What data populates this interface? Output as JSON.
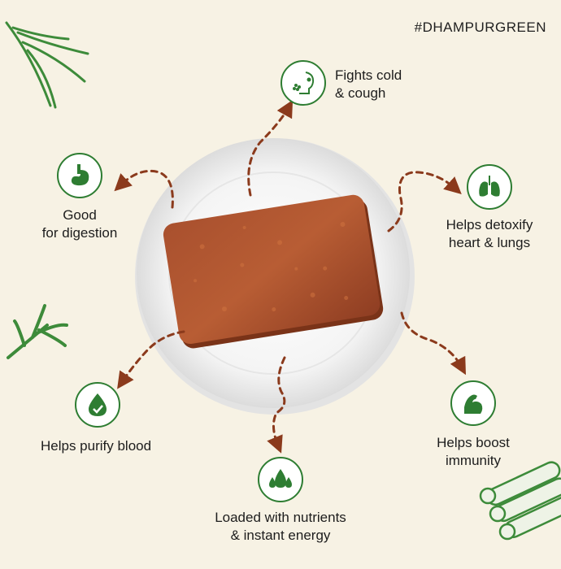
{
  "hashtag": "#DHAMPURGREEN",
  "benefits": {
    "cold": {
      "line1": "Fights cold",
      "line2": "& cough",
      "icon": "cough-face-icon"
    },
    "digestion": {
      "line1": "Good",
      "line2": "for digestion",
      "icon": "stomach-icon"
    },
    "detox": {
      "line1": "Helps detoxify",
      "line2": "heart & lungs",
      "icon": "lungs-icon"
    },
    "blood": {
      "line1": "Helps purify blood",
      "icon": "blood-drop-icon"
    },
    "immunity": {
      "line1": "Helps boost",
      "line2": "immunity",
      "icon": "flexed-arm-icon"
    },
    "nutrients": {
      "line1": "Loaded with nutrients",
      "line2": "& instant energy",
      "icon": "water-drops-icon"
    }
  },
  "colors": {
    "green": "#2e7d32",
    "arrow": "#8b3a1c",
    "jaggery": "#a3472a",
    "background": "#f7f2e4"
  }
}
